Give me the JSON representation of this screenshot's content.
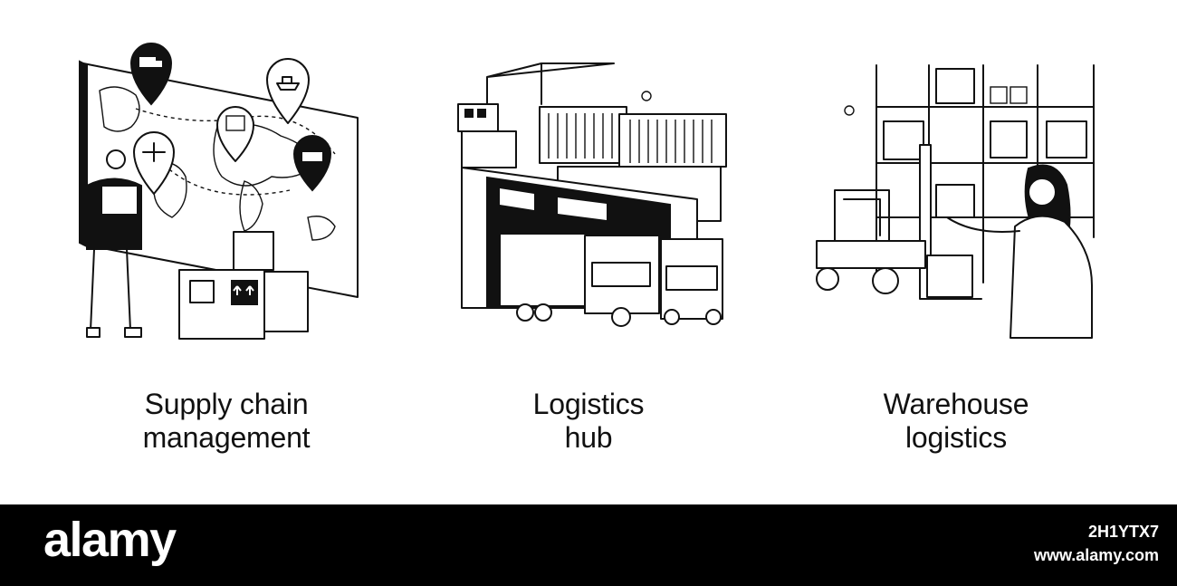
{
  "panels": [
    {
      "id": "supply-chain",
      "caption_line1": "Supply chain",
      "caption_line2": "management"
    },
    {
      "id": "logistics-hub",
      "caption_line1": "Logistics",
      "caption_line2": "hub"
    },
    {
      "id": "warehouse",
      "caption_line1": "Warehouse",
      "caption_line2": "logistics"
    }
  ],
  "footer": {
    "brand": "alamy",
    "image_id": "2H1YTX7",
    "site": "www.alamy.com"
  }
}
